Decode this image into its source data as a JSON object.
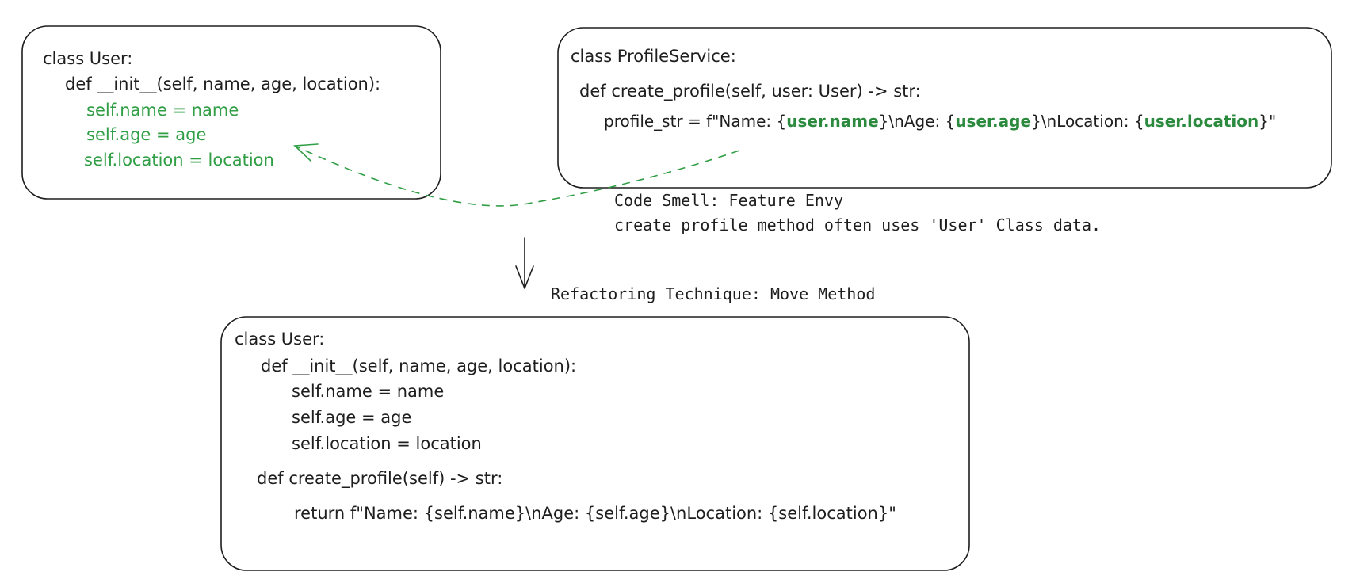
{
  "colors": {
    "stroke": "#1e1e1e",
    "highlight": "#2f9e44",
    "highlight_strong": "#2b8a3e",
    "background": "#ffffff"
  },
  "before_user": {
    "line1": "class User:",
    "line2": "def __init__(self, name, age, location):",
    "line3": "self.name = name",
    "line4": "self.age = age",
    "line5": "self.location = location"
  },
  "profile_service": {
    "line1": "class ProfileService:",
    "line2": "def create_profile(self, user: User) -> str:",
    "line3_a": "profile_str = f\"Name: {",
    "line3_b": "user.name",
    "line3_c": "}\\nAge: {",
    "line3_d": "user.age",
    "line3_e": "}\\nLocation: {",
    "line3_f": "user.location",
    "line3_g": "}\""
  },
  "smell_note": {
    "line1": "Code Smell: Feature Envy",
    "line2": "create_profile method often uses 'User' Class data."
  },
  "refactoring_label": "Refactoring Technique: Move Method",
  "after_user": {
    "line1": "class User:",
    "line2": "def __init__(self, name, age, location):",
    "line3": "self.name = name",
    "line4": "self.age = age",
    "line5": "self.location = location",
    "line6": "def create_profile(self) -> str:",
    "line7": "return f\"Name: {self.name}\\nAge: {self.age}\\nLocation: {self.location}\""
  }
}
